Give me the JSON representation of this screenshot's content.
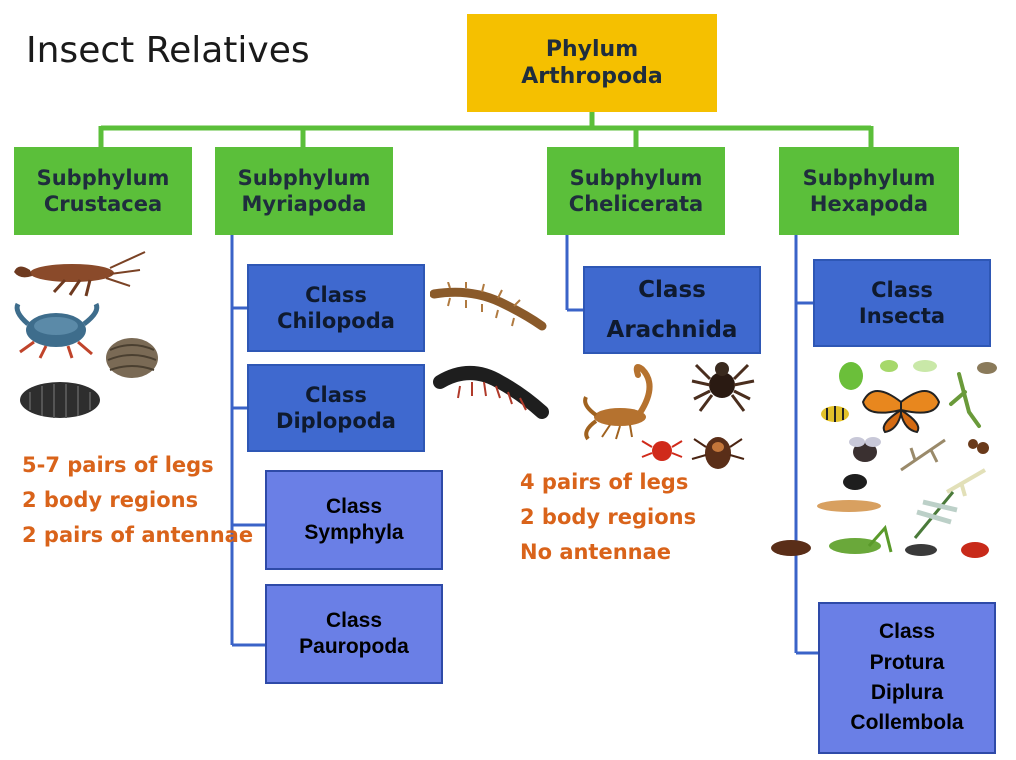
{
  "title": "Insect Relatives",
  "phylum": {
    "line1": "Phylum",
    "line2": "Arthropoda"
  },
  "subphyla": [
    {
      "line1": "Subphylum",
      "line2": "Crustacea"
    },
    {
      "line1": "Subphylum",
      "line2": "Myriapoda"
    },
    {
      "line1": "Subphylum",
      "line2": "Chelicerata"
    },
    {
      "line1": "Subphylum",
      "line2": "Hexapoda"
    }
  ],
  "classes": {
    "chilopoda": {
      "line1": "Class",
      "line2": "Chilopoda"
    },
    "diplopoda": {
      "line1": "Class",
      "line2": "Diplopoda"
    },
    "symphyla": {
      "line1": "Class",
      "line2": "Symphyla"
    },
    "pauropoda": {
      "line1": "Class",
      "line2": "Pauropoda"
    },
    "arachnida": {
      "line1": "Class",
      "line2": "Arachnida"
    },
    "insecta": {
      "line1": "Class",
      "line2": "Insecta"
    },
    "protura_group": {
      "line1": "Class",
      "line2": "Protura",
      "line3": "Diplura",
      "line4": "Collembola"
    }
  },
  "traits": {
    "crustacea": [
      "5-7 pairs of legs",
      "2 body regions",
      "2 pairs of antennae"
    ],
    "chelicerata": [
      "4 pairs of legs",
      "2 body regions",
      "No antennae"
    ]
  },
  "colors": {
    "phylum": "#f5c000",
    "subphylum": "#5bbf3a",
    "class_dark": "#3f69cf",
    "class_light": "#6a7fe6",
    "trait_text": "#d9631a",
    "green_connector": "#5bbf3a",
    "blue_connector": "#3a63c8"
  }
}
